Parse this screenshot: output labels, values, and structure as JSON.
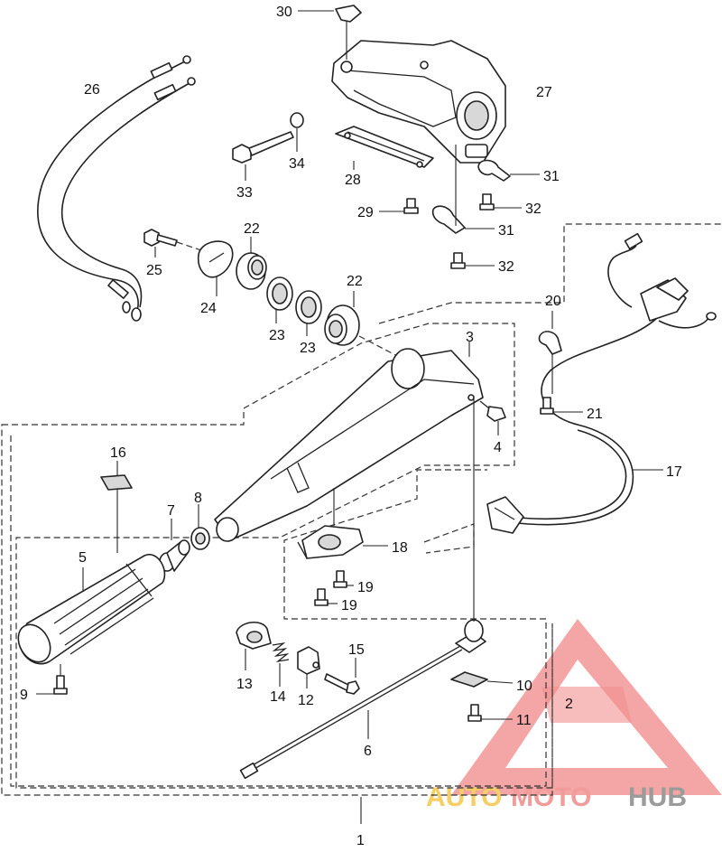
{
  "callouts": {
    "c1": "1",
    "c2": "2",
    "c3": "3",
    "c4": "4",
    "c5": "5",
    "c6": "6",
    "c7": "7",
    "c8": "8",
    "c9": "9",
    "c10": "10",
    "c11": "11",
    "c12": "12",
    "c13": "13",
    "c14": "14",
    "c15": "15",
    "c16": "16",
    "c17": "17",
    "c18": "18",
    "c19a": "19",
    "c19b": "19",
    "c20": "20",
    "c21": "21",
    "c22a": "22",
    "c22b": "22",
    "c23a": "23",
    "c23b": "23",
    "c24": "24",
    "c25": "25",
    "c26": "26",
    "c27": "27",
    "c28": "28",
    "c29": "29",
    "c30": "30",
    "c31a": "31",
    "c31b": "31",
    "c32a": "32",
    "c32b": "32",
    "c33": "33",
    "c34": "34"
  },
  "watermark": {
    "part1": "AUTO",
    "part2": "MOTO",
    "part3": "HUB",
    "colors": {
      "auto": "#f6c64a",
      "moto": "#f08a8a",
      "hub": "#8a8a8a",
      "triangle": "#ef7b7b"
    }
  }
}
